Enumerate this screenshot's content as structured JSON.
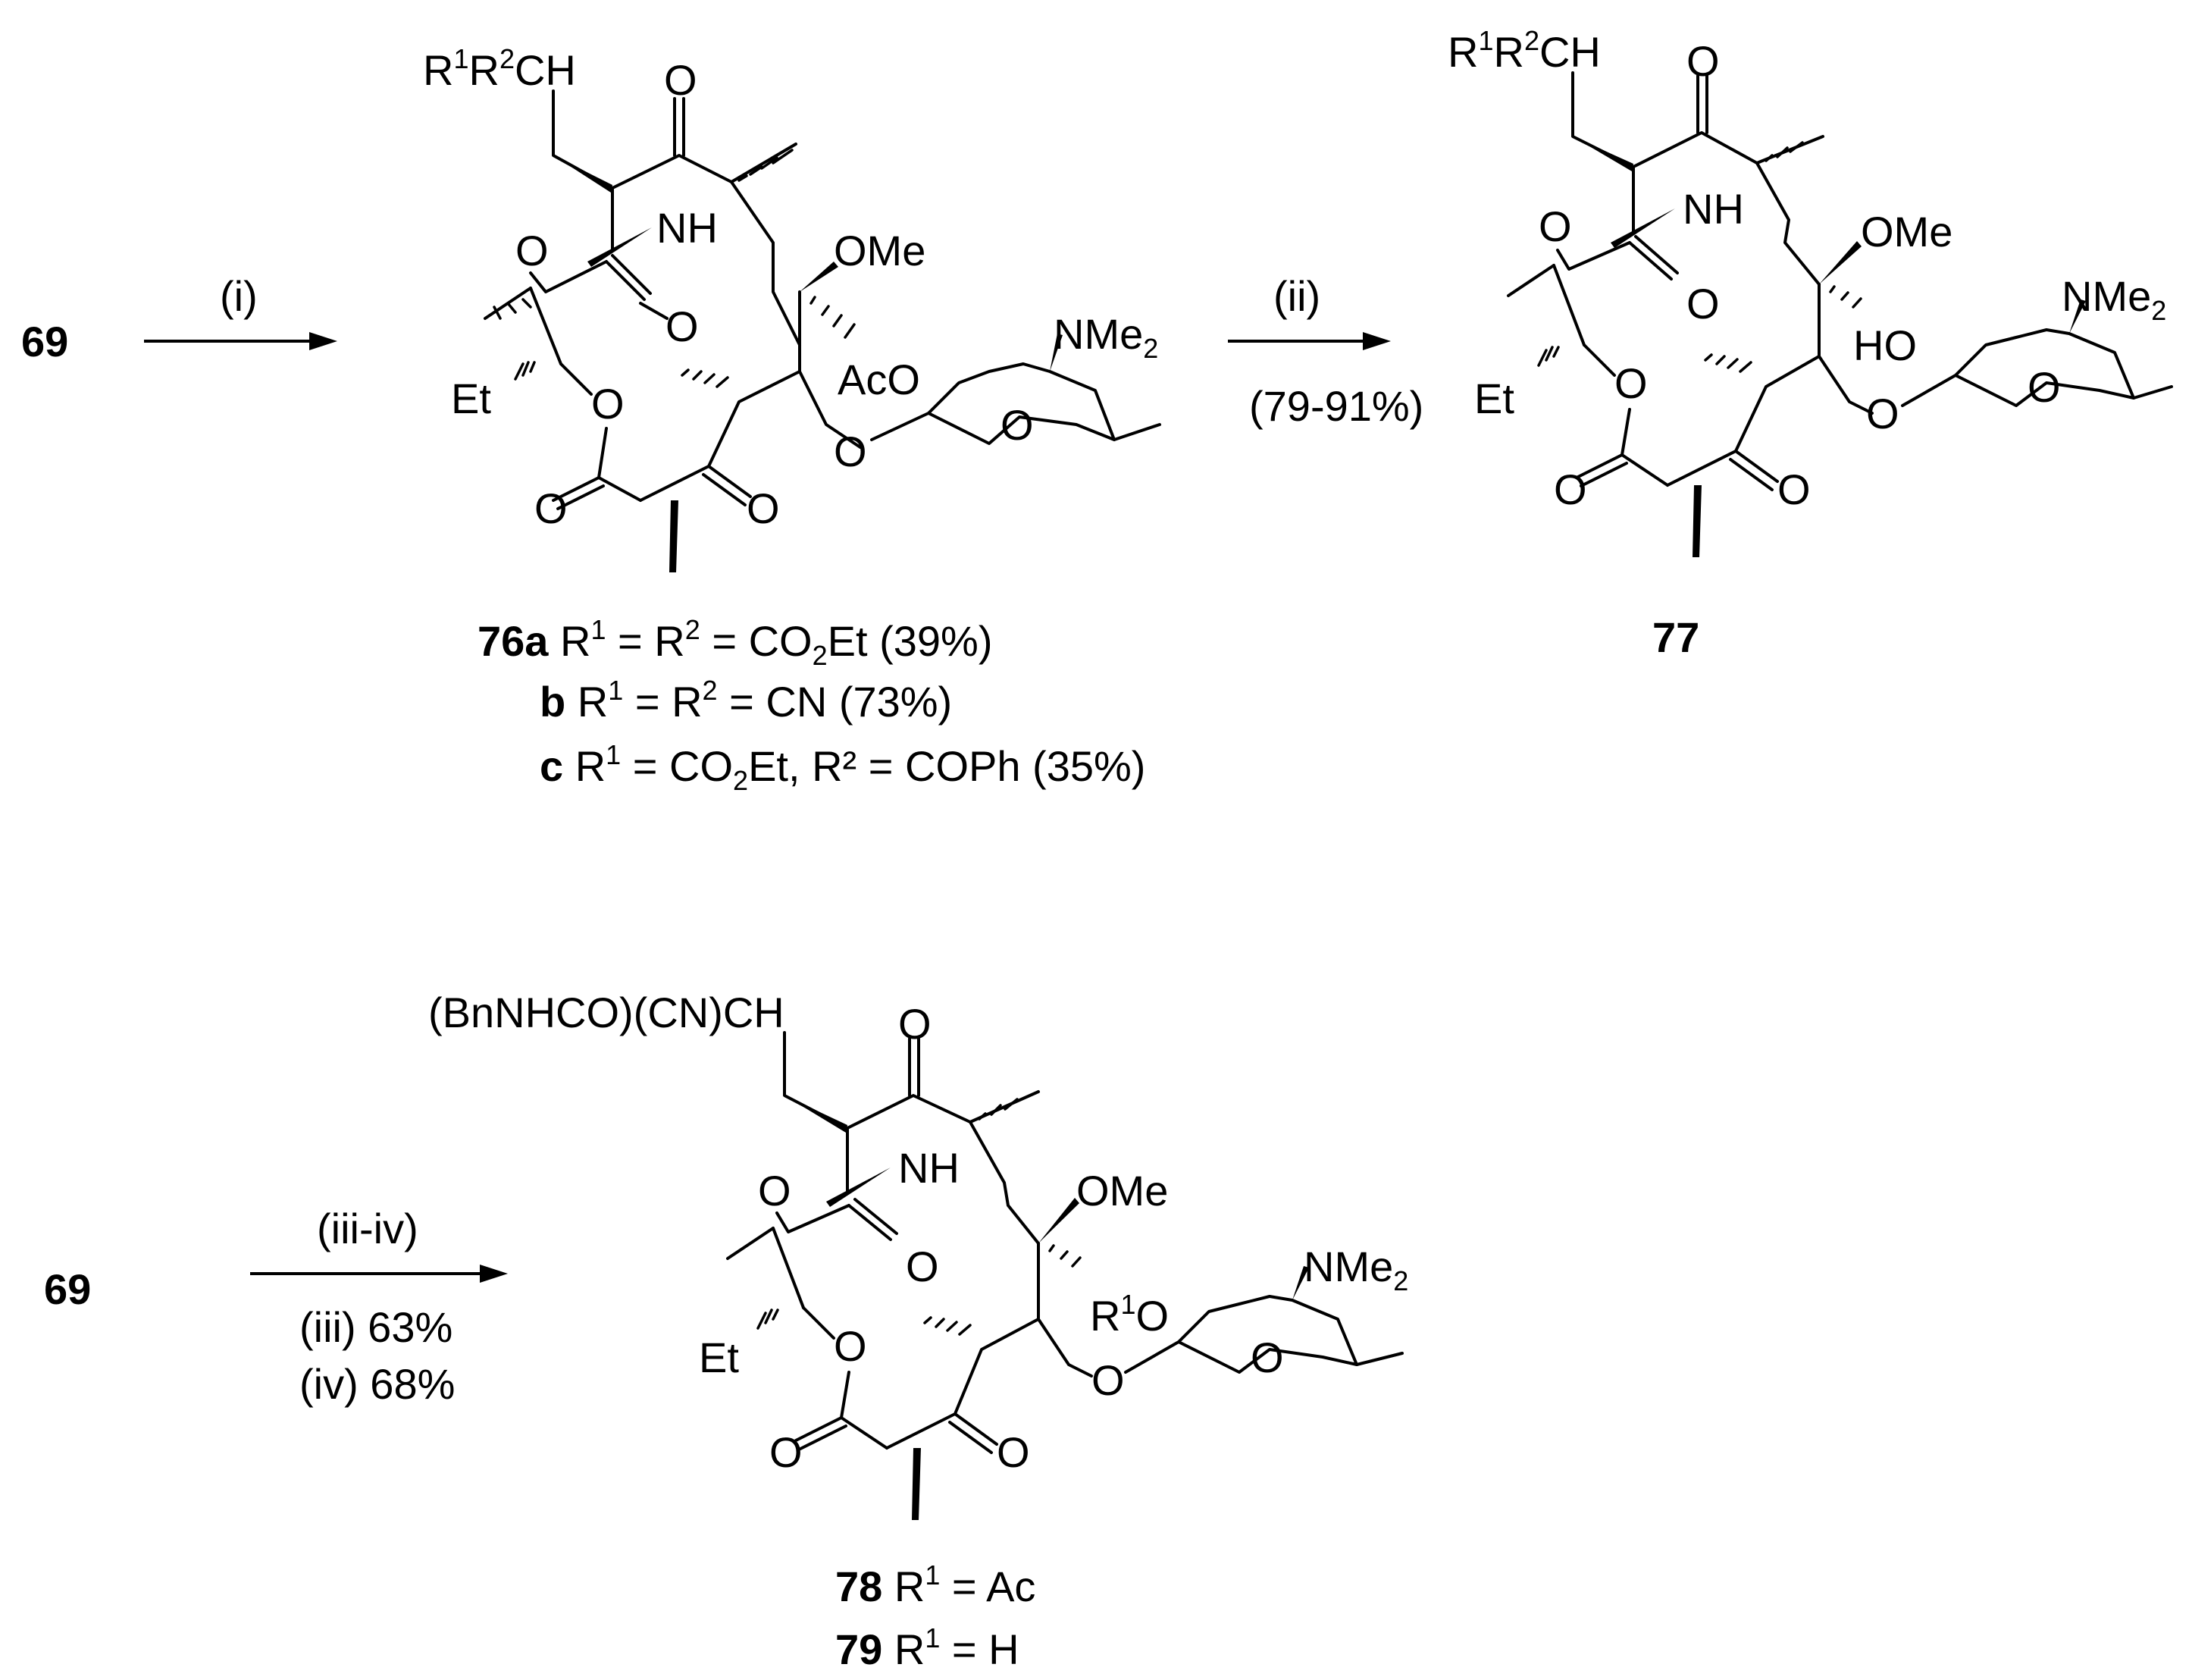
{
  "starting_material": "69",
  "steps": [
    {
      "id": "i",
      "label": "(i)",
      "yield_text": ""
    },
    {
      "id": "ii",
      "label": "(ii)",
      "yield_text": "(79-91%)"
    },
    {
      "id": "iii-iv",
      "label": "(iii-iv)",
      "yield_lines": [
        "(iii) 63%",
        "(iv) 68%"
      ]
    }
  ],
  "compounds": {
    "c76": {
      "side_chain": {
        "prefix": "R",
        "sup1": "1",
        "mid": "R",
        "sup2": "2",
        "suffix": "CH"
      },
      "sugar_substituent": "AcO",
      "labels": [
        {
          "num": "76a",
          "pre": "R",
          "s1": "1",
          "mid": " = R",
          "s2": "2",
          "post": " = CO",
          "sub": "2",
          "tail": "Et  (39%)"
        },
        {
          "num": "b",
          "pre": "R",
          "s1": "1",
          "mid": " = R",
          "s2": "2",
          "post": " = CN  (73%)",
          "sub": "",
          "tail": ""
        },
        {
          "num": "c",
          "pre": "R",
          "s1": "1",
          "mid": " = CO",
          "s2": "",
          "post": "",
          "sub": "2",
          "tail": "Et, R² = COPh  (35%)"
        }
      ]
    },
    "c77": {
      "side_chain": {
        "prefix": "R",
        "sup1": "1",
        "mid": "R",
        "sup2": "2",
        "suffix": "CH"
      },
      "sugar_substituent": "HO",
      "label": "77"
    },
    "c78": {
      "side_chain_text": "(BnNHCO)(CN)CH",
      "sugar_substituent": {
        "prefix": "R",
        "sup": "1",
        "suffix": "O"
      },
      "labels": [
        {
          "num": "78",
          "text_pre": "R",
          "sup": "1",
          "text_post": " = Ac"
        },
        {
          "num": "79",
          "text_pre": "R",
          "sup": "1",
          "text_post": " = H"
        }
      ]
    }
  },
  "atoms": {
    "O": "O",
    "NH": "NH",
    "OMe": "OMe",
    "Et": "Et",
    "NMe": "NMe",
    "sub2": "2"
  }
}
